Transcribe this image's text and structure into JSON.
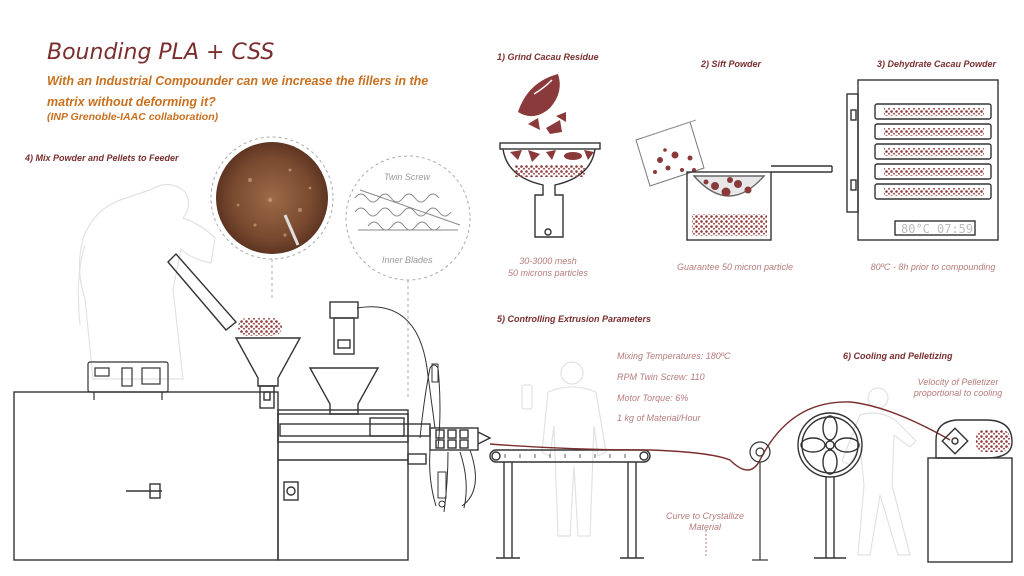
{
  "header": {
    "title": "Bounding PLA + CSS",
    "subtitle": "With an Industrial Compounder can we increase the fillers in the matrix without deforming it?",
    "collab": "(INP Grenoble-IAAC collaboration)"
  },
  "steps": {
    "grind": {
      "label": "1) Grind Cacau Residue",
      "note1": "30-3000 mesh",
      "note2": "50 microns particles"
    },
    "sift": {
      "label": "2) Sift Powder",
      "note": "Guarantee 50 micron particle"
    },
    "dehydrate": {
      "label": "3) Dehydrate Cacau Powder",
      "display_temp": "80°C",
      "display_time": "07:59",
      "note": "80ºC - 8h prior to compounding"
    },
    "mix": {
      "label": "4) Mix Powder and Pellets to Feeder"
    },
    "extrusion": {
      "label": "5) Controlling Extrusion Parameters",
      "params": [
        "Mixing Temperatures: 180ºC",
        "RPM Twin Screw: 110",
        "Motor Torque: 6%",
        "1 kg of Material/Hour"
      ],
      "curve_note1": "Curve to Crystallize",
      "curve_note2": "Material"
    },
    "cooling": {
      "label": "6) Cooling and Pelletizing",
      "note1": "Velocity of Pelletizer",
      "note2": "proportional to cooling"
    }
  },
  "callouts": {
    "twin_screw": "Twin Screw",
    "inner_blades": "Inner Blades"
  },
  "colors": {
    "accent": "#7a2e2e",
    "orange": "#c8701f",
    "note": "#b77b7b",
    "cacao": "#8a3a3a",
    "line": "#333333"
  }
}
